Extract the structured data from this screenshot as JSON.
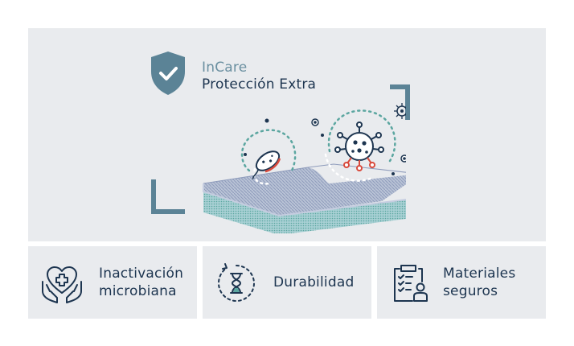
{
  "hero": {
    "brand_top": "InCare",
    "brand_main": "Protección Extra"
  },
  "features": [
    {
      "label_line1": "Inactivación",
      "label_line2": "microbiana",
      "icon": "heart-hands-icon"
    },
    {
      "label_line1": "Durabilidad",
      "icon": "hourglass-icon"
    },
    {
      "label_line1": "Materiales",
      "label_line2": "seguros",
      "icon": "clipboard-checklist-icon"
    }
  ],
  "colors": {
    "panel_bg": "#e9ebee",
    "shield": "#5b8396",
    "brand_accent": "#6a8fa0",
    "text_dark": "#1d3550",
    "virus_red": "#d94a3c",
    "dotted_teal": "#5ba6a0"
  }
}
